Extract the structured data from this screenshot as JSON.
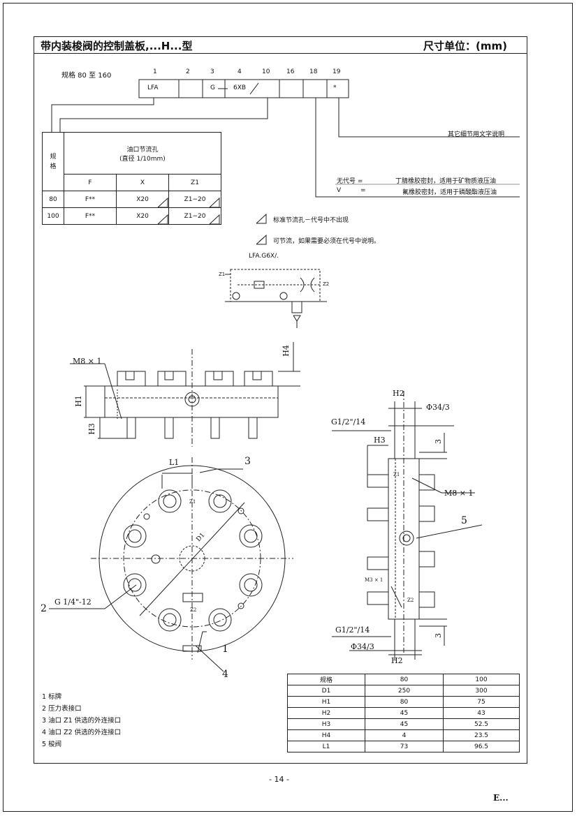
{
  "header": {
    "title": "带内装梭阀的控制盖板,...H...型",
    "unit": "尺寸单位：(mm)"
  },
  "code": {
    "size_label": "规格 80 至 160",
    "positions": [
      "1",
      "2",
      "3",
      "4",
      "10",
      "16",
      "18",
      "19"
    ],
    "box_lfa": "LFA",
    "box_g": "G",
    "box_6xb": "6XB",
    "box_star": "*",
    "note_other": "其它细节用文字说明",
    "seal_none_key": "无代号 =",
    "seal_none_val": "丁腈橡胶密封，适用于矿物质液压油",
    "seal_v_key": "V",
    "seal_v_eq": "=",
    "seal_v_val": "氟橡胶密封，适用于磷酸酯液压油"
  },
  "selection_table": {
    "col_size": "规格",
    "orifice_title": "油口节流孔",
    "orifice_sub": "(直径 1/10mm)",
    "cols": [
      "F",
      "X",
      "Z1"
    ],
    "rows": [
      {
        "size": "80",
        "f": "F**",
        "x": "X20",
        "z1": "Z1−20"
      },
      {
        "size": "100",
        "f": "F**",
        "x": "X20",
        "z1": "Z1−20"
      }
    ]
  },
  "notes": {
    "std_orifice": "标准节流孔－代号中不出现",
    "opt_orifice": "可节流，如果需要必须在代号中说明。",
    "symbol_title": "LFA.G6X/."
  },
  "drawing_labels": {
    "m8_top": "M8 × 1",
    "h4": "H4",
    "h1": "H1",
    "h3_left": "H3",
    "l1": "L1",
    "callout_3": "3",
    "callout_2": "2",
    "g14": "G 1/4\"-12",
    "callout_1": "1",
    "callout_4": "4",
    "d1": "D1",
    "z1": "Z1",
    "z2": "Z2",
    "h2_top": "H2",
    "phi_top": "Φ34/3",
    "g12_top": "G1/2\"/14",
    "h3_right": "H3",
    "dim3_top": "3",
    "m8_right": "M8 × 1",
    "callout_5": "5",
    "m3": "M3 × 1",
    "g12_bot": "G1/2\"/14",
    "phi_bot": "Φ34/3",
    "h2_bot": "H2",
    "dim3_bot": "3"
  },
  "dims_table": {
    "headers": [
      "规格",
      "80",
      "100"
    ],
    "rows": [
      [
        "D1",
        "250",
        "300"
      ],
      [
        "H1",
        "80",
        "75"
      ],
      [
        "H2",
        "45",
        "43"
      ],
      [
        "H3",
        "45",
        "52.5"
      ],
      [
        "H4",
        "4",
        "23.5"
      ],
      [
        "L1",
        "73",
        "96.5"
      ]
    ]
  },
  "legend": [
    "1 标牌",
    "2 压力表接口",
    "3 油口 Z1 供选的外连接口",
    "4 油口 Z2 供选的外连接口",
    "5 梭阀"
  ],
  "footer": {
    "page_number": "- 14 -",
    "logo": "E..."
  }
}
